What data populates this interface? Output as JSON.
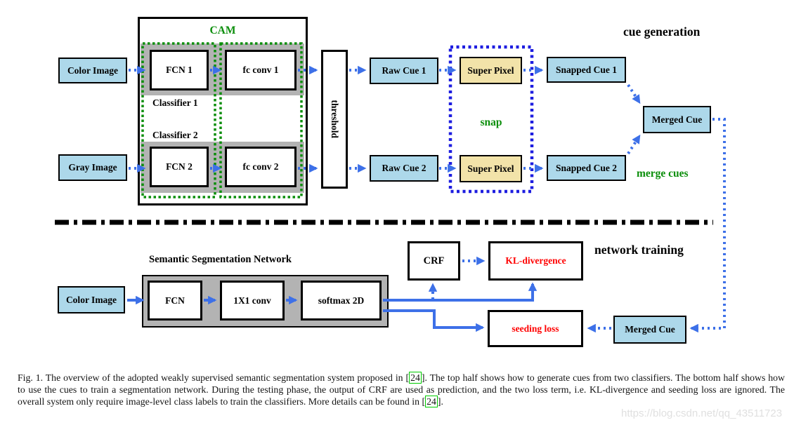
{
  "colors": {
    "cue_box_blue": "#ADD8EA",
    "super_pixel_tan": "#F2E3A9",
    "gray_band": "#B3B3B3",
    "arrow_blue": "#3D70E8",
    "snap_border_blue": "#1D1DE0",
    "diagram_green": "#0B8E0B",
    "loss_red": "#FF0000",
    "ref_link_green": "#00CC00",
    "watermark_gray": "#E0E0E0"
  },
  "top": {
    "section_label": "cue generation",
    "color_image": "Color Image",
    "gray_image": "Gray Image",
    "cam_title": "CAM",
    "fcn1": "FCN 1",
    "fc_conv1": "fc conv 1",
    "classifier1": "Classifier 1",
    "classifier2": "Classifier 2",
    "fcn2": "FCN 2",
    "fc_conv2": "fc conv 2",
    "threshold": "threshold",
    "raw_cue1": "Raw Cue 1",
    "raw_cue2": "Raw Cue 2",
    "super_pixel1": "Super Pixel",
    "super_pixel2": "Super Pixel",
    "snap_label": "snap",
    "snapped_cue1": "Snapped Cue 1",
    "snapped_cue2": "Snapped Cue 2",
    "merged_cue": "Merged Cue",
    "merge_cues_label": "merge cues"
  },
  "bottom": {
    "section_label": "network training",
    "color_image": "Color Image",
    "ssn_title": "Semantic Segmentation Network",
    "fcn": "FCN",
    "conv1x1": "1X1 conv",
    "softmax": "softmax 2D",
    "crf": "CRF",
    "kl_divergence": "KL-divergence",
    "seeding_loss": "seeding loss",
    "merged_cue": "Merged Cue"
  },
  "caption": {
    "part1": "Fig. 1.  The overview of the adopted weakly supervised semantic segmentation system proposed in [",
    "ref1": "24",
    "part2": "]. The top half shows how to generate cues from two classifiers. The bottom half shows how to use the cues to train a segmentation network. During the testing phase, the output of CRF are used as prediction, and the two loss term, i.e. KL-divergence and seeding loss are ignored. The overall system only require image-level class labels to train the classifiers. More details can be found in [",
    "ref2": "24",
    "part3": "]."
  },
  "watermark": "https://blog.csdn.net/qq_43511723"
}
